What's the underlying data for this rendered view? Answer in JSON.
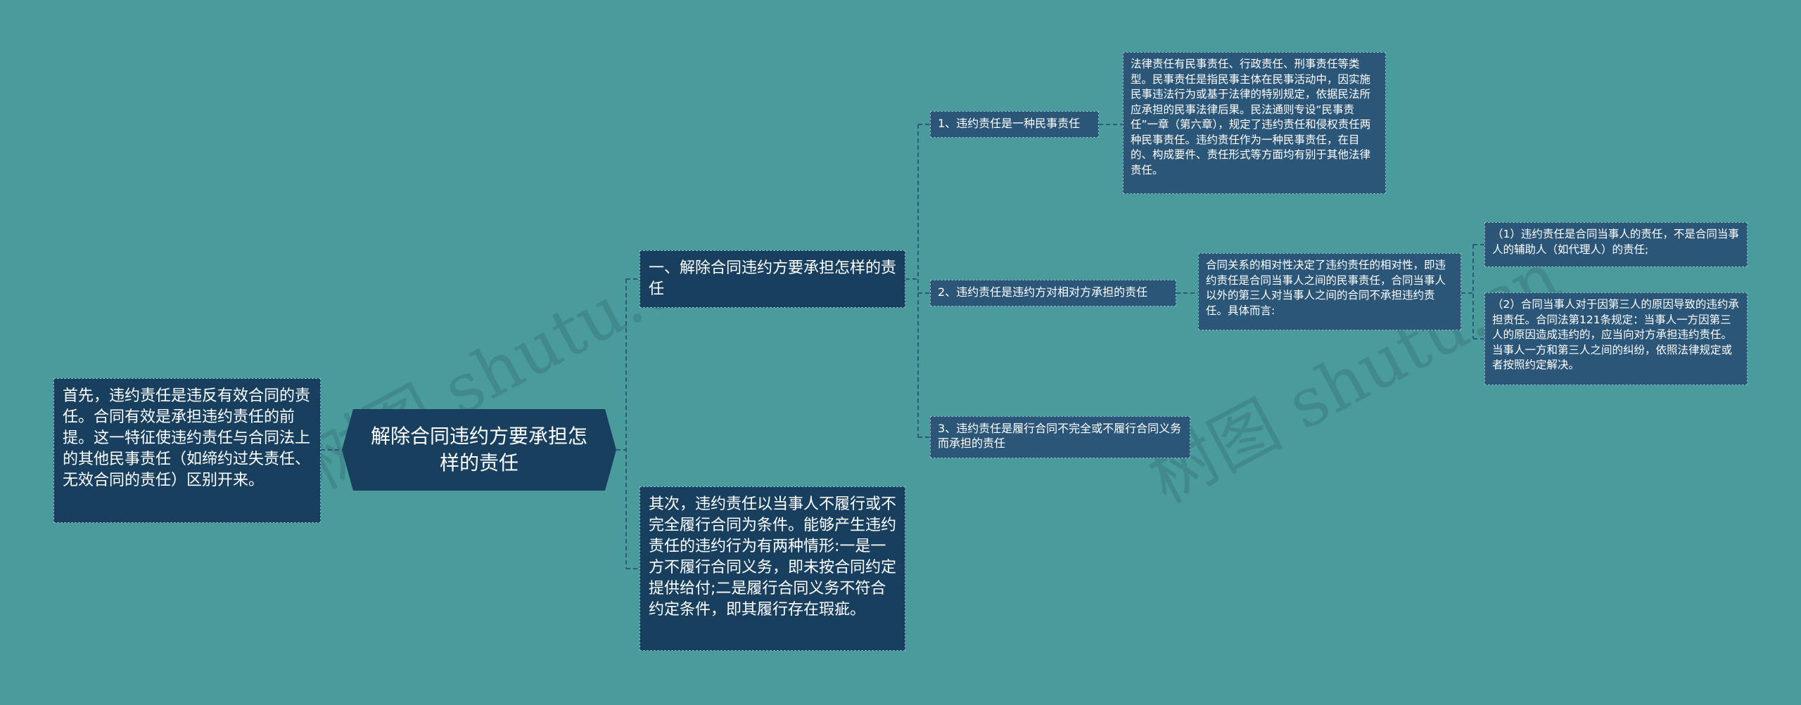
{
  "root": {
    "label": "解除合同违约方要承担怎样的责任"
  },
  "left_note": {
    "text": "首先，违约责任是违反有效合同的责任。合同有效是承担违约责任的前提。这一特征使违约责任与合同法上的其他民事责任（如缔约过失责任、无效合同的责任）区别开来。"
  },
  "branch1": {
    "label": "一、解除合同违约方要承担怎样的责任",
    "items": [
      {
        "label": "1、违约责任是一种民事责任",
        "detail": "法律责任有民事责任、行政责任、刑事责任等类型。民事责任是指民事主体在民事活动中，因实施民事违法行为或基于法律的特别规定，依据民法所应承担的民事法律后果。民法通则专设“民事责任”一章（第六章），规定了违约责任和侵权责任两种民事责任。违约责任作为一种民事责任，在目的、构成要件、责任形式等方面均有别于其他法律责任。"
      },
      {
        "label": "2、违约责任是违约方对相对方承担的责任",
        "detail": "合同关系的相对性决定了违约责任的相对性，即违约责任是合同当事人之间的民事责任，合同当事人以外的第三人对当事人之间的合同不承担违约责任。具体而言:",
        "sub": [
          "（1）违约责任是合同当事人的责任，不是合同当事人的辅助人（如代理人）的责任;",
          "（2）合同当事人对于因第三人的原因导致的违约承担责任。合同法第121条规定：当事人一方因第三人的原因造成违约的，应当向对方承担违约责任。当事人一方和第三人之间的纠纷，依照法律规定或者按照约定解决。"
        ]
      },
      {
        "label": "3、违约责任是履行合同不完全或不履行合同义务而承担的责任"
      }
    ]
  },
  "branch2": {
    "label": "其次，违约责任以当事人不履行或不完全履行合同为条件。能够产生违约责任的违约行为有两种情形:一是一方不履行合同义务，即未按合同约定提供给付;二是履行合同义务不符合约定条件，即其履行存在瑕疵。"
  },
  "watermarks": [
    "树图 shutu.cn",
    "树图 shutu.cn"
  ],
  "colors": {
    "background": "#4a9c9c",
    "node_dark": "#18405e",
    "node_mid": "#2b5677",
    "line": "#2d5a78"
  }
}
